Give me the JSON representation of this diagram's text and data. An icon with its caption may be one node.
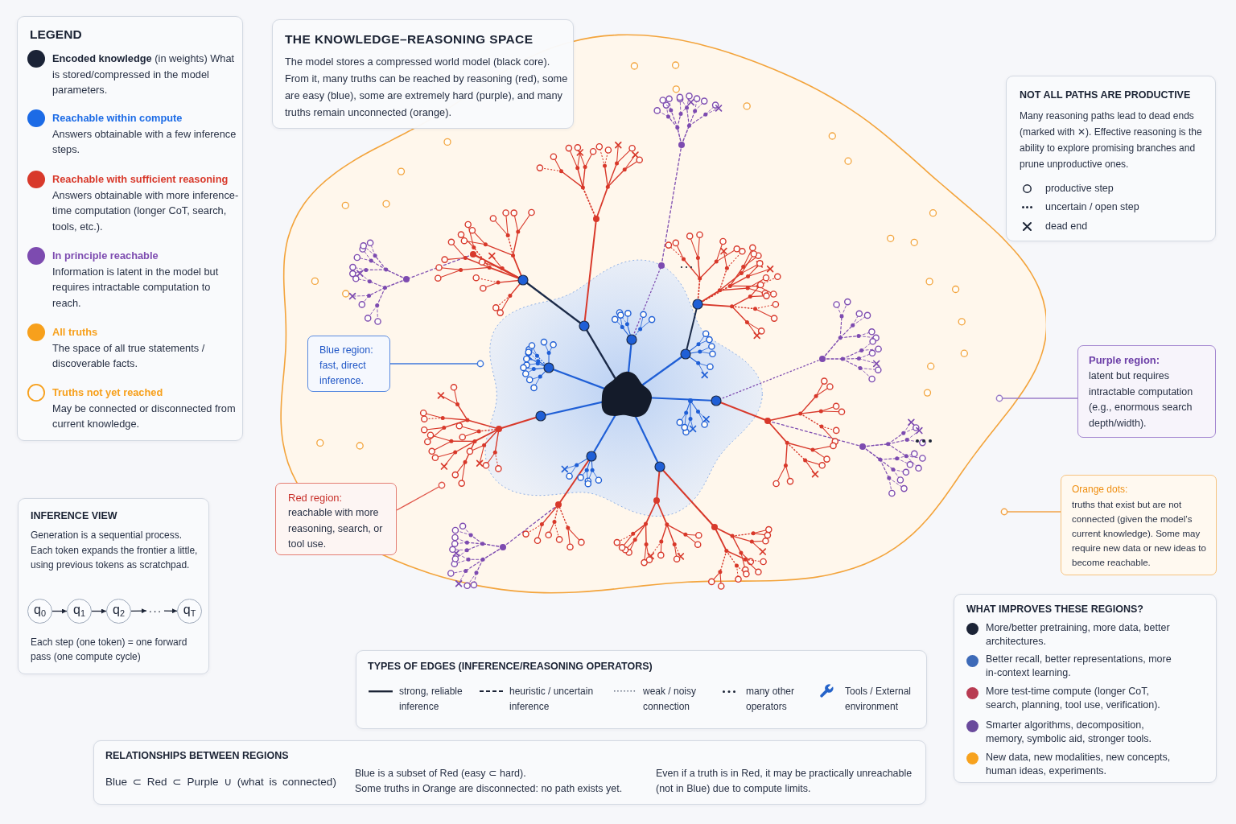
{
  "diagram": {
    "nodes": [
      {
        "text": [
          "LEGEND"
        ]
      },
      {
        "text": [
          "THE KNOWLEDGE–REASONING SPACE",
          "The model stores a compressed world model (black core). From it, many truths can be reached by reasoning (red), some are easy (blue), some are extremely hard (purple), and many truths remain unconnected (orange)."
        ]
      },
      {
        "text": [
          "NOT ALL PATHS ARE PRODUCTIVE",
          "Many reasoning paths lead to dead ends (marked with ✕). Effective reasoning is the ability to explore promising branches and prune unproductive ones."
        ]
      },
      {
        "text": [
          "Blue region:",
          "fast, direct inference."
        ]
      },
      {
        "text": [
          "Purple region:",
          "latent but requires intractable computation (e.g., enormous search depth/width)."
        ]
      },
      {
        "text": [
          "Red region:",
          "reachable with more reasoning, search, or tool use."
        ]
      },
      {
        "text": [
          "Orange dots:",
          "truths that exist but are not connected (given the model’s current knowledge). Some may require new data or new ideas to become reachable."
        ]
      },
      {
        "text": [
          "INFERENCE VIEW",
          "Generation is a sequential process. Each token expands the frontier a little, using previous tokens as scratchpad.",
          "Each step (one token) = one forward pass (one compute cycle)"
        ]
      },
      {
        "text": [
          "q$_{0}$"
        ],
        "in": 7
      },
      {
        "text": [
          "q$_{1}$"
        ],
        "in": 7
      },
      {
        "text": [
          "q$_{2}$"
        ],
        "in": 7
      },
      {
        "text": [
          "···"
        ],
        "in": 7
      },
      {
        "text": [
          "q$_{T}$"
        ],
        "in": 7
      },
      {
        "text": [
          "WHAT IMPROVES THESE REGIONS?"
        ]
      },
      {
        "text": [
          "TYPES OF EDGES (INFERENCE/REASONING OPERATORS)"
        ]
      },
      {
        "text": [
          "RELATIONSHIPS BETWEEN REGIONS",
          "Blue ⊂ Red ⊂ Purple ∪ (what is connected)",
          "Blue is a subset of Red (easy ⊂ hard).",
          "Some truths in Orange are disconnected: no path exists yet.",
          "Even if a truth is in Red, it may be practically unreachable (not in Blue) due to compute limits."
        ]
      }
    ],
    "edges": [
      {
        "from": 3,
        "to": null,
        "arrow": "other",
        "color": "#3f78dc"
      },
      {
        "from": 4,
        "to": null,
        "arrow": "other",
        "color": "#9a7cc8"
      },
      {
        "from": 5,
        "to": null,
        "arrow": "other",
        "color": "#e0564a"
      },
      {
        "from": 6,
        "to": null,
        "arrow": "other",
        "color": "#f2a347"
      },
      {
        "from": 8,
        "to": 9,
        "arrow": "to"
      },
      {
        "from": 9,
        "to": 10,
        "arrow": "to"
      },
      {
        "from": 10,
        "to": 11,
        "arrow": "to"
      },
      {
        "from": 11,
        "to": 12,
        "arrow": "to"
      }
    ],
    "legend": [
      {
        "text": "**Encoded knowledge** (in weights) What is stored/compressed in the model parameters.",
        "color": "#1b2336"
      },
      {
        "text": "**Reachable within compute** Answers obtainable with a few inference steps.",
        "color": "#1c6be6"
      },
      {
        "text": "**Reachable with sufficient reasoning** Answers obtainable with more inference-time computation (longer CoT, search, tools, etc.).",
        "color": "#d8392b"
      },
      {
        "text": "**In principle reachable** Information is latent in the model but requires intractable computation to reach.",
        "color": "#7d4bb0"
      },
      {
        "text": "**All truths** The space of all true statements / discoverable facts.",
        "color": "#f7a01c"
      },
      {
        "text": "**Truths not yet reached** May be connected or disconnected from current knowledge.",
        "color": "#f7a01c"
      },
      {
        "text": "productive step"
      },
      {
        "text": "uncertain / open step"
      },
      {
        "text": "dead end"
      },
      {
        "text": "More/better pretraining, more data, better architectures.",
        "color": "#1b2336"
      },
      {
        "text": "Better recall, better representations, more in-context learning.",
        "color": "#3d6ab8"
      },
      {
        "text": "More test-time compute (longer CoT, search, planning, tool use, verification).",
        "color": "#b83b52"
      },
      {
        "text": "Smarter algorithms, decomposition, memory, symbolic aid, stronger tools.",
        "color": "#6a4a9c"
      },
      {
        "text": "New data, new modalities, new concepts, human ideas, experiments.",
        "color": "#f7a21e"
      },
      {
        "text": "strong, reliable inference"
      },
      {
        "text": "heuristic / uncertain inference"
      },
      {
        "text": "weak / noisy connection"
      },
      {
        "text": "many other operators"
      },
      {
        "text": "Tools / External environment"
      }
    ]
  }
}
